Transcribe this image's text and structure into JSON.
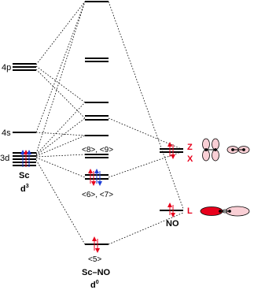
{
  "metal": {
    "ao_labels": [
      "4p",
      "4s",
      "3d"
    ],
    "name": "Sc",
    "config_base": "d",
    "config_sup": "3"
  },
  "complex": {
    "group_labels": [
      "<8>, <9>",
      "<6>, <7>",
      "<5>"
    ],
    "name": "Sc–NO",
    "config_base": "d",
    "config_sup": "0"
  },
  "ligand": {
    "orbital_labels": [
      "Z",
      "X",
      "L"
    ],
    "name": "NO"
  },
  "colors": {
    "accent_red": "#e8001c",
    "spin_blue": "#1f3fd8",
    "line": "#000000"
  }
}
